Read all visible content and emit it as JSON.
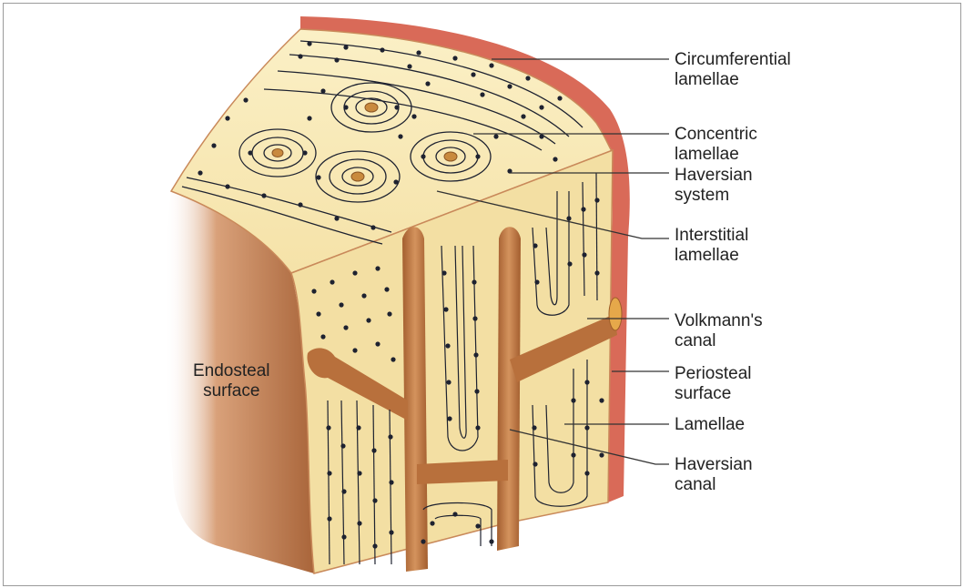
{
  "colors": {
    "background": "#ffffff",
    "border": "#9a9a9a",
    "periosteum": "#d96a58",
    "bone": "#f3dfa3",
    "bone_light": "#fbefc4",
    "canal": "#b8703c",
    "canal_light": "#d99a62",
    "endosteal": "#c9895a",
    "osteocyte": "#1e2230",
    "leader": "#333333"
  },
  "labels": {
    "circumferential": "Circumferential\nlamellae",
    "concentric": "Concentric\nlamellae",
    "haversian_system": "Haversian\nsystem",
    "interstitial": "Interstitial\nlamellae",
    "volkmann": "Volkmann's\ncanal",
    "periosteal": "Periosteal\nsurface",
    "lamellae": "Lamellae",
    "haversian_canal": "Haversian\ncanal",
    "endosteal": "Endosteal\nsurface"
  }
}
